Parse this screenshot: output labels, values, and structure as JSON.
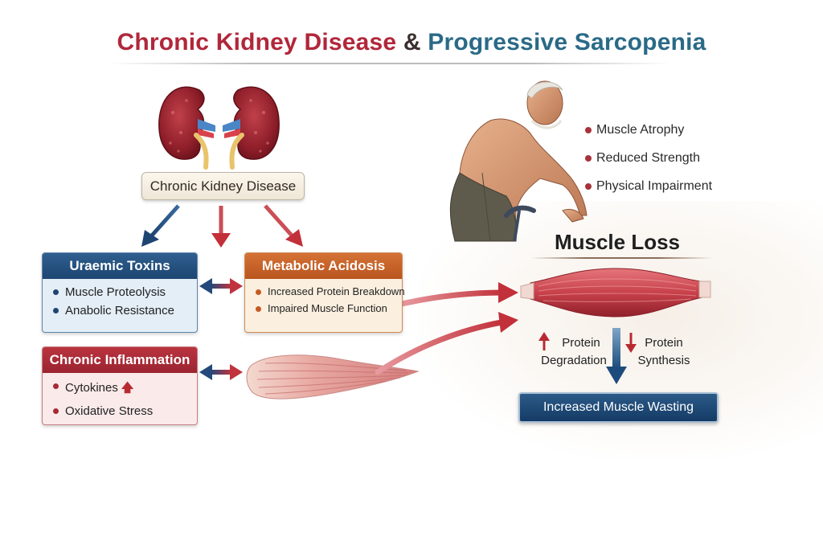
{
  "title": {
    "part_red": "Chronic Kidney Disease",
    "part_amp": "&",
    "part_blue": "Progressive Sarcopenia"
  },
  "ckd_label": "Chronic Kidney Disease",
  "uraemic": {
    "title": "Uraemic Toxins",
    "items": [
      "Muscle Proteolysis",
      "Anabolic Resistance"
    ]
  },
  "acidosis": {
    "title": "Metabolic Acidosis",
    "items": [
      "Increased Protein Breakdown",
      "Impaired Muscle Function"
    ]
  },
  "inflammation": {
    "title": "Chronic Inflammation",
    "items": [
      "Cytokines",
      "Oxidative Stress"
    ]
  },
  "effects": [
    "Muscle Atrophy",
    "Reduced Strength",
    "Physical Impairment"
  ],
  "muscle_loss": {
    "title": "Muscle Loss",
    "protein_degradation": [
      "Protein",
      "Degradation"
    ],
    "protein_synthesis": [
      "Protein",
      "Synthesis"
    ],
    "outcome": "Increased Muscle Wasting"
  },
  "colors": {
    "crimson": "#b1273a",
    "navy": "#1d4572",
    "orange": "#c45b22",
    "muscle_red": "#c8414b"
  },
  "icons": [
    "kidney-icon",
    "elderly-man-illustration",
    "muscle-icon",
    "muscle-fiber-icon"
  ]
}
